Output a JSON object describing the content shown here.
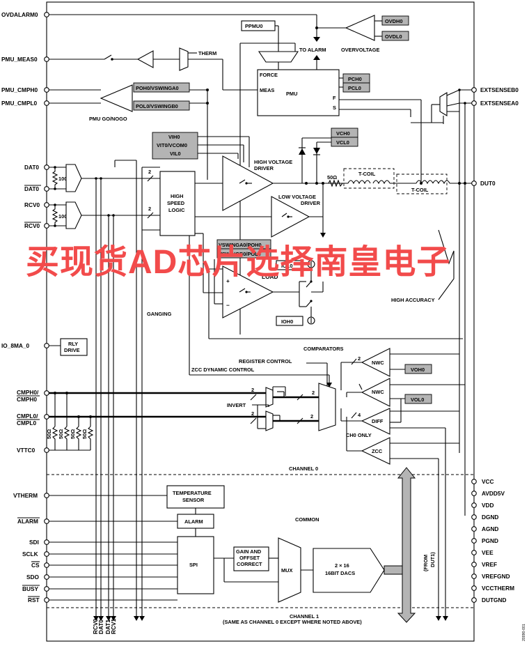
{
  "left_pins": {
    "ovdalarm": "OVDALARM0",
    "pmu_meas": "PMU_MEAS0",
    "pmu_cmph": "PMU_CMPH0",
    "pmu_cmpl": "PMU_CMPL0",
    "dat": "DAT0",
    "dat_bar": "DAT0",
    "rcv": "RCV0",
    "rcv_bar": "RCV0",
    "io_8ma": "IO_8MA_0",
    "cmph": "CMPH0/",
    "cmph_bar": "CMPH0",
    "cmpl": "CMPL0/",
    "cmpl_bar": "CMPL0",
    "vttc": "VTTC0",
    "vtherm": "VTHERM",
    "alarm": "ALARM",
    "sdi": "SDI",
    "sclk": "SCLK",
    "cs": "CS",
    "sdo": "SDO",
    "busy": "BUSY",
    "rst": "RST"
  },
  "right_pins": {
    "extsenseb": "EXTSENSEB0",
    "extsensea": "EXTSENSEA0",
    "dut": "DUT0",
    "vcc": "VCC",
    "avdd5v": "AVDD5V",
    "vdd": "VDD",
    "dgnd": "DGND",
    "agnd": "AGND",
    "pgnd": "PGND",
    "vee": "VEE",
    "vref": "VREF",
    "vrefgnd": "VREFGND",
    "vcctherm": "VCCTHERM",
    "dutgnd": "DUTGND"
  },
  "bottom_pins": [
    "RCV0",
    "DAT0",
    "DAT1",
    "RCV1"
  ],
  "blocks": {
    "high_speed_logic": [
      "HIGH",
      "SPEED",
      "LOGIC"
    ],
    "pmu": "PMU",
    "pmu_force": "FORCE",
    "pmu_meas": "MEAS",
    "pmu_f": "F",
    "pmu_s": "S",
    "temp_sensor": [
      "TEMPERATURE",
      "SENSOR"
    ],
    "alarm_box": "ALARM",
    "spi": "SPI",
    "gain_offset": [
      "GAIN AND",
      "OFFSET",
      "CORRECT"
    ],
    "mux": "MUX",
    "dacs": [
      "2 × 16",
      "16BIT DACS"
    ],
    "rly_drive": [
      "RLY",
      "DRIVE"
    ]
  },
  "gray_labels": {
    "ppmu": "PPMU0",
    "ovdh": "OVDH0",
    "ovdl": "OVDL0",
    "pch": "PCH0",
    "pcl": "PCL0",
    "poh_vswinga": "POH0/VSWINGA0",
    "pol_vswingb": "POL0/VSWINGB0",
    "vih": "VIH0",
    "vit_vcom": "VIT0/VCOM0",
    "vil": "VIL0",
    "vch": "VCH0",
    "vcl": "VCL0",
    "vswinga_poh": "VSWINGA0/POH0",
    "vswingb_pol": "VSWINGB0/POL0",
    "iol": "IOL0",
    "ioh": "IOH0",
    "voh": "VOH0",
    "vol": "VOL0"
  },
  "labels": {
    "therm": "THERM",
    "to_alarm": "TO ALARM",
    "overvoltage": "OVERVOLTAGE",
    "pmu_go_nogo": "PMU GO/NOGO",
    "high_voltage_driver": [
      "HIGH VOLTAGE",
      "DRIVER"
    ],
    "low_voltage_driver": [
      "LOW VOLTAGE",
      "DRIVER"
    ],
    "r100_a": "100Ω",
    "r100_b": "100Ω",
    "r50": "50Ω",
    "tcoil_1": "T-COIL",
    "tcoil_2": "T-COIL",
    "load": "LOAD",
    "ganging": "GANGING",
    "high_accuracy": "HIGH ACCURACY",
    "comparators": "COMPARATORS",
    "register_control": "REGISTER CONTROL",
    "zcc_dynamic_control": "ZCC DYNAMIC CONTROL",
    "invert": "INVERT",
    "nwc_1": "NWC",
    "nwc_2": "NWC",
    "diff": "DIFF",
    "zcc": "ZCC",
    "ch0_only": "CH0 ONLY",
    "channel0": "CHANNEL 0",
    "common": "COMMON",
    "from_dut1": [
      "(FROM",
      "DUT1)"
    ],
    "channel1": [
      "CHANNEL 1",
      "(SAME AS CHANNEL 0 EXCEPT WHERE NOTED ABOVE)"
    ],
    "bus_two": "2",
    "bus_four": "4",
    "r50_list": [
      "50Ω",
      "50Ω",
      "50Ω",
      "50Ω"
    ],
    "figure_id": "20090-001"
  },
  "watermark": "买现货AD芯片选择南皇电子",
  "colors": {
    "gray_fill": "#b4b4b4",
    "watermark": "#f24b4b"
  }
}
